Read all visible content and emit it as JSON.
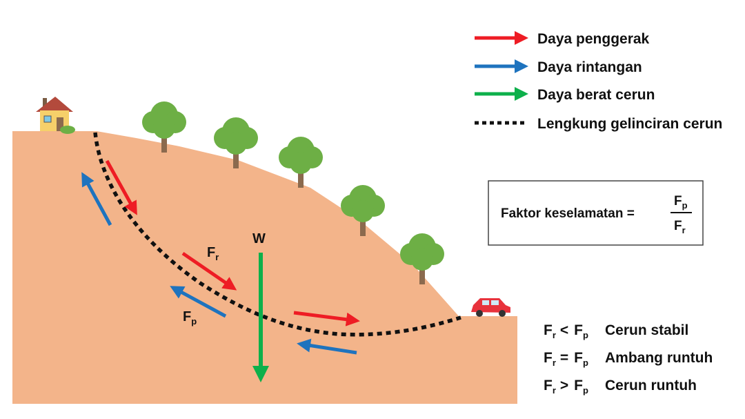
{
  "colors": {
    "ground": "#F3B48A",
    "driving": "#EE1C24",
    "resisting": "#1E73BE",
    "weight": "#0DB04B",
    "slip": "#111111",
    "tree_leaf": "#6DAF45",
    "tree_trunk": "#8B6A4E",
    "car": "#E8323C"
  },
  "legend": [
    {
      "id": "driving",
      "label": "Daya penggerak",
      "style": "arrow",
      "color": "#EE1C24",
      "icon": "red-arrow-icon"
    },
    {
      "id": "resisting",
      "label": "Daya rintangan",
      "style": "arrow",
      "color": "#1E73BE",
      "icon": "blue-arrow-icon"
    },
    {
      "id": "weight",
      "label": "Daya berat cerun",
      "style": "arrow",
      "color": "#0DB04B",
      "icon": "green-arrow-icon"
    },
    {
      "id": "slip",
      "label": "Lengkung gelinciran cerun",
      "style": "dotted",
      "color": "#111111",
      "icon": "dotted-line-icon"
    }
  ],
  "labels": {
    "weight": "W",
    "fr_letter": "F",
    "fr_sub": "r",
    "fp_letter": "F",
    "fp_sub": "p"
  },
  "formula": {
    "lhs": "Faktor keselamatan =",
    "num_letter": "F",
    "num_sub": "p",
    "den_letter": "F",
    "den_sub": "r"
  },
  "conditions": [
    {
      "left_sub": "r",
      "op": "<",
      "right_sub": "p",
      "text": "Cerun stabil"
    },
    {
      "left_sub": "r",
      "op": "=",
      "right_sub": "p",
      "text": "Ambang runtuh"
    },
    {
      "left_sub": "r",
      "op": ">",
      "right_sub": "p",
      "text": "Cerun runtuh"
    }
  ],
  "icons": [
    "house-icon",
    "tree-icon",
    "car-icon"
  ]
}
